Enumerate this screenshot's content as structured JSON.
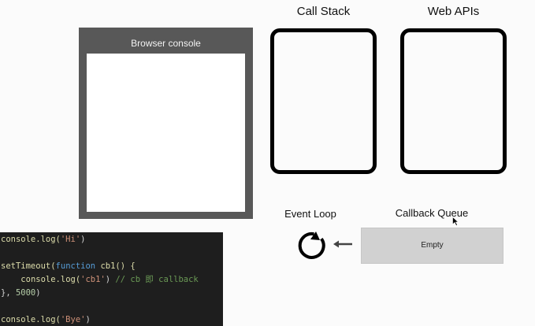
{
  "console": {
    "title": "Browser console"
  },
  "call_stack": {
    "title": "Call Stack"
  },
  "web_apis": {
    "title": "Web APIs"
  },
  "event_loop": {
    "title": "Event Loop",
    "icon": "loop-icon"
  },
  "callback_queue": {
    "title": "Callback Queue",
    "status": "Empty",
    "arrow_icon": "arrow-left-icon"
  },
  "code": {
    "line1": {
      "fn": "console.log(",
      "str": "'Hi'",
      "end": ")"
    },
    "line3": {
      "fn": "setTimeout(",
      "kw": "function",
      "name": " cb1() {"
    },
    "line4": {
      "indent": "    ",
      "fn": "console.log(",
      "str": "'cb1'",
      "end": ") ",
      "comment": "// cb 即 callback"
    },
    "line5": {
      "start": "}, ",
      "num": "5000",
      "end": ")"
    },
    "line7": {
      "fn": "console.log(",
      "str": "'Bye'",
      "end": ")"
    }
  },
  "colors": {
    "code_bg": "#1e1e1e",
    "console_frame": "#585858",
    "queue_bg": "#d1d1d1"
  }
}
